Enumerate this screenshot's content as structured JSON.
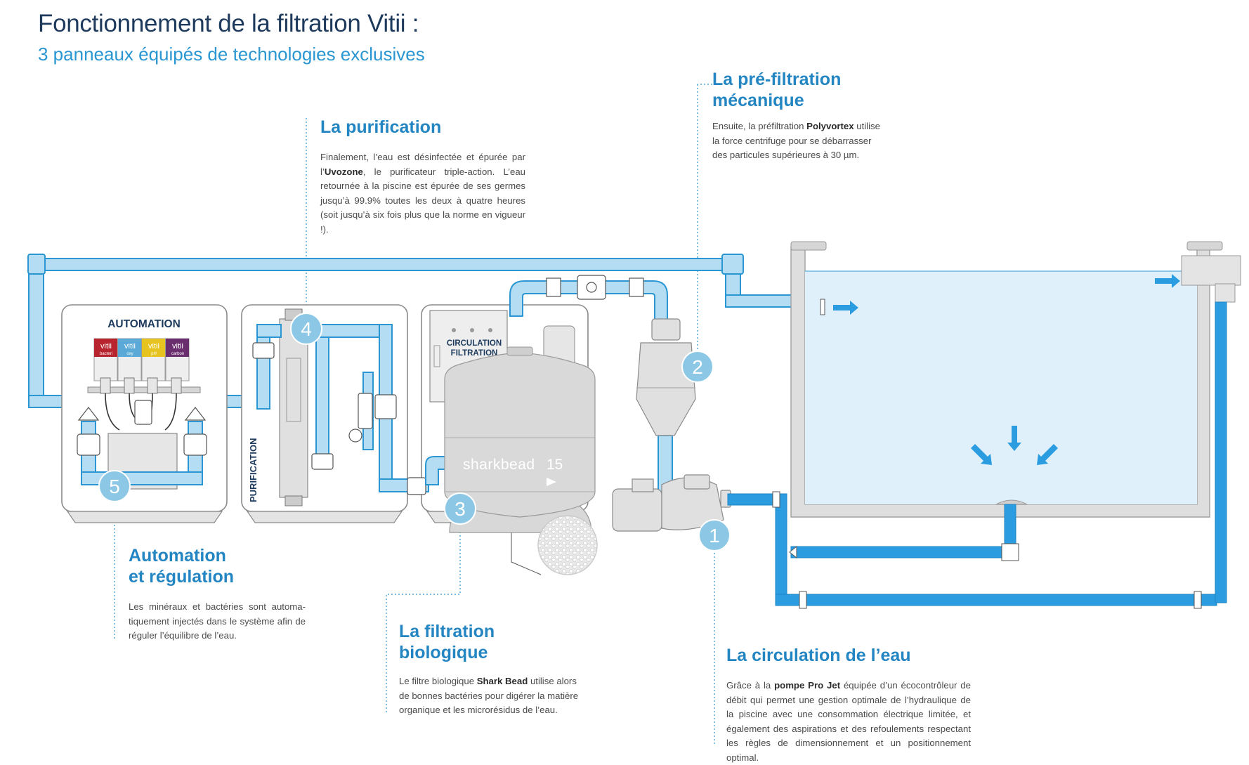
{
  "header": {
    "title": "Fonctionnement de la filtration Vitii :",
    "subtitle": "3 panneaux équipés de technologies exclusives"
  },
  "sections": {
    "purification": {
      "title": "La purification",
      "body_pre": "Finalement, l’eau est désinfectée et épurée par l’",
      "body_bold": "Uvozone",
      "body_post": ", le purificateur triple-action. L’eau retournée à la piscine est épurée de ses germes jusqu’à 99.9% toutes les deux à quatre heures (soit jusqu’à six fois plus que la norme en vigueur !)."
    },
    "prefiltration": {
      "title_line1": "La pré-filtration",
      "title_line2": "mécanique",
      "body_pre": "Ensuite, la préfiltration ",
      "body_bold": "Polyvortex",
      "body_post": " utilise la force centrifuge pour se débarrasser des particules supérieures à 30 µm."
    },
    "automation": {
      "title_line1": "Automation",
      "title_line2": "et régulation",
      "body": "Les minéraux et bactéries sont automa-tiquement injectés dans le système afin de réguler l’équilibre de l’eau."
    },
    "biofiltration": {
      "title_line1": "La filtration",
      "title_line2": "biologique",
      "body_pre": "Le filtre biologique ",
      "body_bold": "Shark Bead",
      "body_post": " utilise alors de bonnes bactéries pour digérer la matière organique et les microrésidus de l’eau."
    },
    "circulation": {
      "title": "La circulation de l’eau",
      "body_pre": "Grâce à la ",
      "body_bold": "pompe Pro Jet",
      "body_post": " équipée d’un écocontrôleur de débit qui permet une gestion optimale de l’hydraulique de la piscine avec une consommation électrique limitée, et également des aspirations et des refoulements respectant les règles de dimensionnement et un positionnement optimal."
    }
  },
  "diagram": {
    "panel_labels": {
      "automation": "AUTOMATION",
      "purification": "PURIFICATION",
      "circulation_line1": "CIRCULATION",
      "circulation_line2": "FILTRATION"
    },
    "vitii_products": [
      {
        "name": "vitii",
        "sub": "bacteri",
        "color": "#b8242d"
      },
      {
        "name": "vitii",
        "sub": "oxy",
        "color": "#5aa9d6"
      },
      {
        "name": "vitii",
        "sub": "pH",
        "color": "#e7c31f"
      },
      {
        "name": "vitii",
        "sub": "carbon",
        "color": "#6a2d6e"
      }
    ],
    "filter_brand": "sharkbead",
    "filter_model": "15",
    "step_badges": [
      "1",
      "2",
      "3",
      "4",
      "5"
    ],
    "colors": {
      "pipe_fill": "#b4dcf3",
      "pipe_stroke": "#2a97d2",
      "pipe_return": "#2c9ce0",
      "badge": "#8cc8e6",
      "equipment": "#e2e2e2",
      "equipment_stroke": "#9a9a9a",
      "pool_water": "#dff0fb",
      "leader_line": "#2a97d2"
    }
  }
}
